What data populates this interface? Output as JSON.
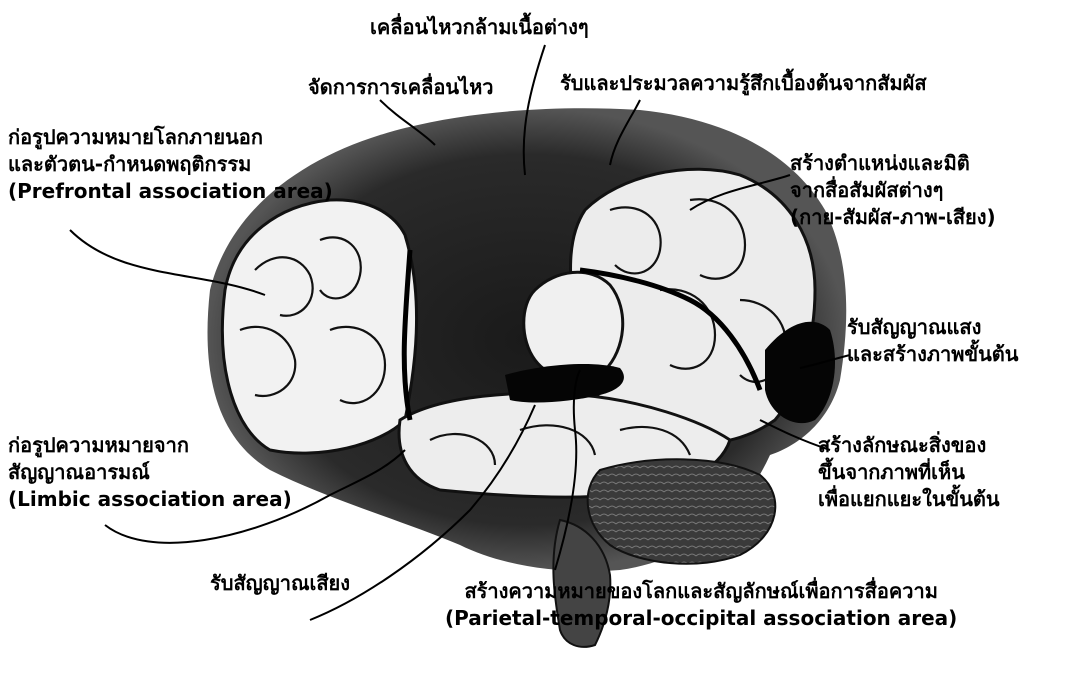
{
  "labels": {
    "movement_muscles": "เคลื่อนไหวกล้ามเนื้อต่างๆ",
    "motor_control": "จัดการการเคลื่อนไหว",
    "primary_sensory": "รับและประมวลความรู้สึกเบื้องต้นจากสัมผัส",
    "prefrontal": {
      "line1": "ก่อรูปความหมายโลกภายนอก",
      "line2": "และตัวตน-กำหนดพฤติกรรม",
      "line3": "(Prefrontal association area)"
    },
    "position_dimension": {
      "line1": "สร้างตำแหน่งและมิติ",
      "line2": "จากสื่อสัมผัสต่างๆ",
      "line3": "(กาย-สัมผัส-ภาพ-เสียง)"
    },
    "visual_primary": {
      "line1": "รับสัญญาณแสง",
      "line2": "และสร้างภาพขั้นต้น"
    },
    "limbic": {
      "line1": "ก่อรูปความหมายจาก",
      "line2": "สัญญาณอารมณ์",
      "line3": "(Limbic association area)"
    },
    "visual_object": {
      "line1": "สร้างลักษณะสิ่งของ",
      "line2": "ขึ้นจากภาพที่เห็น",
      "line3": "เพื่อแยกแยะในขั้นต้น"
    },
    "auditory": "รับสัญญาณเสียง",
    "pto": {
      "line1": "สร้างความหมายของโลกและสัญลักษณ์เพื่อการสื่อความ",
      "line2": "(Parietal-temporal-occipital association area)"
    }
  }
}
